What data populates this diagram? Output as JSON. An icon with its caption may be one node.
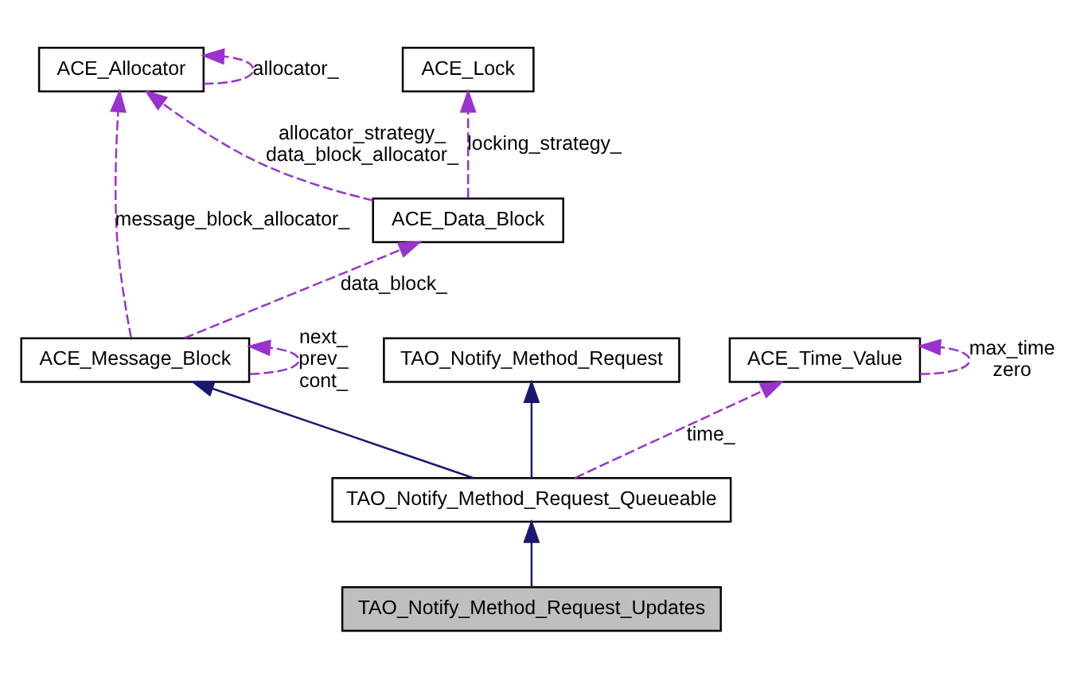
{
  "diagram": {
    "nodes": [
      {
        "text": [
          "ACE_Allocator"
        ]
      },
      {
        "text": [
          "ACE_Lock"
        ]
      },
      {
        "text": [
          "ACE_Data_Block"
        ]
      },
      {
        "text": [
          "ACE_Message_Block"
        ]
      },
      {
        "text": [
          "TAO_Notify_Method_Request"
        ]
      },
      {
        "text": [
          "ACE_Time_Value"
        ]
      },
      {
        "text": [
          "TAO_Notify_Method_Request_Queueable"
        ]
      },
      {
        "text": [
          "TAO_Notify_Method_Request_Updates"
        ]
      }
    ],
    "edges": [
      {
        "from": 0,
        "to": 0,
        "arrow": "to",
        "label": "allocator_",
        "style": "dashed"
      },
      {
        "from": 2,
        "to": 0,
        "arrow": "to",
        "label": "allocator_strategy_ data_block_allocator_",
        "style": "dashed"
      },
      {
        "from": 2,
        "to": 1,
        "arrow": "to",
        "label": "locking_strategy_",
        "style": "dashed"
      },
      {
        "from": 3,
        "to": 0,
        "arrow": "to",
        "label": "message_block_allocator_",
        "style": "dashed"
      },
      {
        "from": 3,
        "to": 2,
        "arrow": "to",
        "label": "data_block_",
        "style": "dashed"
      },
      {
        "from": 3,
        "to": 3,
        "arrow": "to",
        "label": "next_ prev_ cont_",
        "style": "dashed"
      },
      {
        "from": 5,
        "to": 5,
        "arrow": "to",
        "label": "max_time zero",
        "style": "dashed"
      },
      {
        "from": 6,
        "to": 3,
        "arrow": "to",
        "color": "#191970"
      },
      {
        "from": 6,
        "to": 4,
        "arrow": "to",
        "color": "#191970"
      },
      {
        "from": 6,
        "to": 5,
        "arrow": "to",
        "label": "time_",
        "style": "dashed"
      },
      {
        "from": 7,
        "to": 6,
        "arrow": "to",
        "color": "#191970"
      }
    ]
  }
}
